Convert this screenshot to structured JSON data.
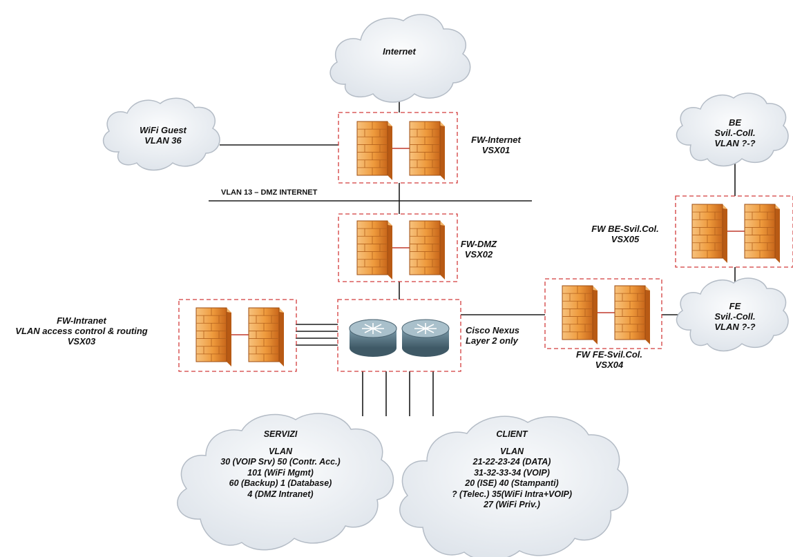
{
  "clouds": {
    "internet": [
      "Internet"
    ],
    "wifi_guest": [
      "WiFi Guest",
      "VLAN 36"
    ],
    "be": [
      "BE",
      "Svil.-Coll.",
      "VLAN ?-?"
    ],
    "fe": [
      "FE",
      "Svil.-Coll.",
      "VLAN ?-?"
    ],
    "servizi": [
      "SERVIZI",
      "",
      "VLAN",
      "30 (VOIP Srv) 50 (Contr. Acc.)",
      "101 (WiFi Mgmt)",
      "60 (Backup) 1 (Database)",
      "4 (DMZ Intranet)"
    ],
    "client": [
      "CLIENT",
      "",
      "VLAN",
      "21-22-23-24 (DATA)",
      "31-32-33-34 (VOIP)",
      "20 (ISE) 40 (Stampanti)",
      "? (Telec.) 35(WiFi Intra+VOIP)",
      "27 (WiFi Priv.)"
    ]
  },
  "devices": {
    "fw_internet": [
      "FW-Internet",
      "VSX01"
    ],
    "fw_dmz": [
      "FW-DMZ",
      "VSX02"
    ],
    "fw_intranet": [
      "FW-Intranet",
      "VLAN  access control & routing",
      "VSX03"
    ],
    "cisco_nexus": [
      "Cisco Nexus",
      "Layer 2 only"
    ],
    "fw_fe": [
      "FW FE-Svil.Col.",
      "VSX04"
    ],
    "fw_be": [
      "FW BE-Svil.Col.",
      "VSX05"
    ]
  },
  "segments": {
    "vlan13": "VLAN 13 – DMZ INTERNET"
  },
  "colors": {
    "firewall_fill": "#f0a24a",
    "firewall_dark": "#b85a14",
    "dashed_box": "#d23b3b",
    "cloud_fill": "#eef1f5",
    "cloud_stroke": "#b4bcc6",
    "router_fill": "#5f7d8c",
    "router_top": "#8fa9b6"
  }
}
